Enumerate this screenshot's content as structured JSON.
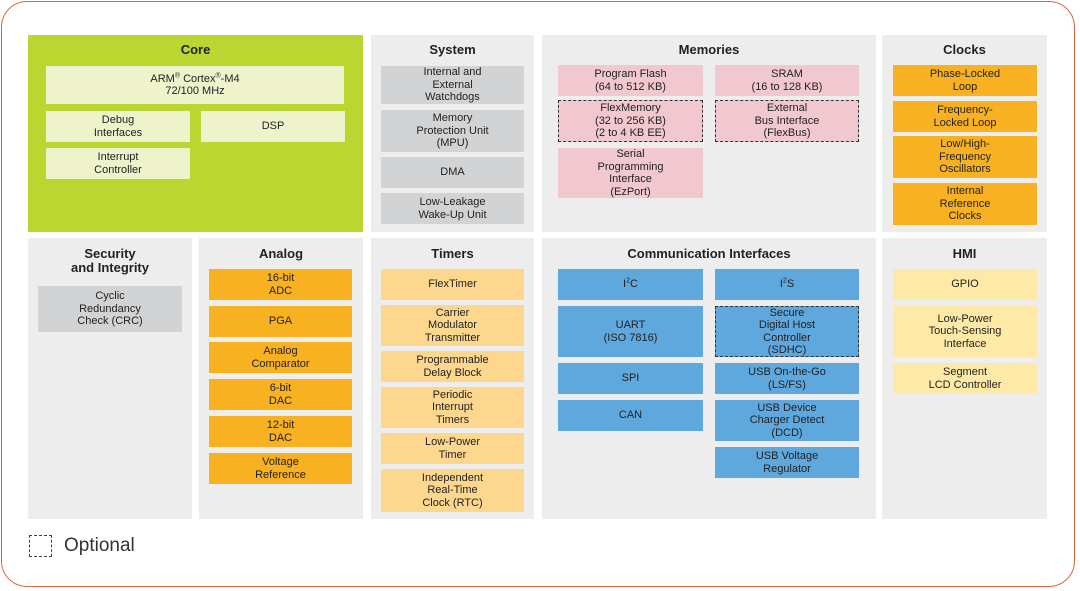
{
  "colors": {
    "frame": "#d9663a",
    "panel_gray": "#ededed",
    "core_green": "#bcd631",
    "core_box": "#eef3cb",
    "gray_box": "#d2d3d5",
    "orange_box": "#f8b121",
    "pink_box": "#f1c8cf",
    "light_orange_box": "#fed78e",
    "blue_box": "#5fa8de",
    "yellow_box": "#feeaa6"
  },
  "legend": {
    "label": "Optional"
  },
  "panels": {
    "core": {
      "title": "Core",
      "items": [
        "ARM® Cortex®-M4\n72/100 MHz",
        "Debug\nInterfaces",
        "DSP",
        "Interrupt\nController"
      ]
    },
    "system": {
      "title": "System",
      "items": [
        "Internal and\nExternal\nWatchdogs",
        "Memory\nProtection Unit\n(MPU)",
        "DMA",
        "Low-Leakage\nWake-Up Unit"
      ]
    },
    "memories": {
      "title": "Memories",
      "items": [
        "Program Flash\n(64 to 512 KB)",
        "SRAM\n(16 to 128 KB)",
        "FlexMemory\n(32 to 256 KB)\n(2 to 4 KB EE)",
        "External\nBus Interface\n(FlexBus)",
        "Serial\nProgramming\nInterface\n(EzPort)"
      ]
    },
    "clocks": {
      "title": "Clocks",
      "items": [
        "Phase-Locked\nLoop",
        "Frequency-\nLocked Loop",
        "Low/High-\nFrequency\nOscillators",
        "Internal\nReference\nClocks"
      ]
    },
    "security": {
      "title": "Security\nand Integrity",
      "items": [
        "Cyclic\nRedundancy\nCheck (CRC)"
      ]
    },
    "analog": {
      "title": "Analog",
      "items": [
        "16-bit\nADC",
        "PGA",
        "Analog\nComparator",
        "6-bit\nDAC",
        "12-bit\nDAC",
        "Voltage\nReference"
      ]
    },
    "timers": {
      "title": "Timers",
      "items": [
        "FlexTimer",
        "Carrier\nModulator\nTransmitter",
        "Programmable\nDelay Block",
        "Periodic\nInterrupt\nTimers",
        "Low-Power\nTimer",
        "Independent\nReal-Time\nClock (RTC)"
      ]
    },
    "comm": {
      "title": "Communication Interfaces",
      "items": [
        "I²C",
        "I²S",
        "UART\n(ISO 7816)",
        "Secure\nDigital Host\nController\n(SDHC)",
        "SPI",
        "USB On-the-Go\n(LS/FS)",
        "CAN",
        "USB Device\nCharger Detect\n(DCD)",
        "USB Voltage\nRegulator"
      ]
    },
    "hmi": {
      "title": "HMI",
      "items": [
        "GPIO",
        "Low-Power\nTouch-Sensing\nInterface",
        "Segment\nLCD Controller"
      ]
    }
  }
}
